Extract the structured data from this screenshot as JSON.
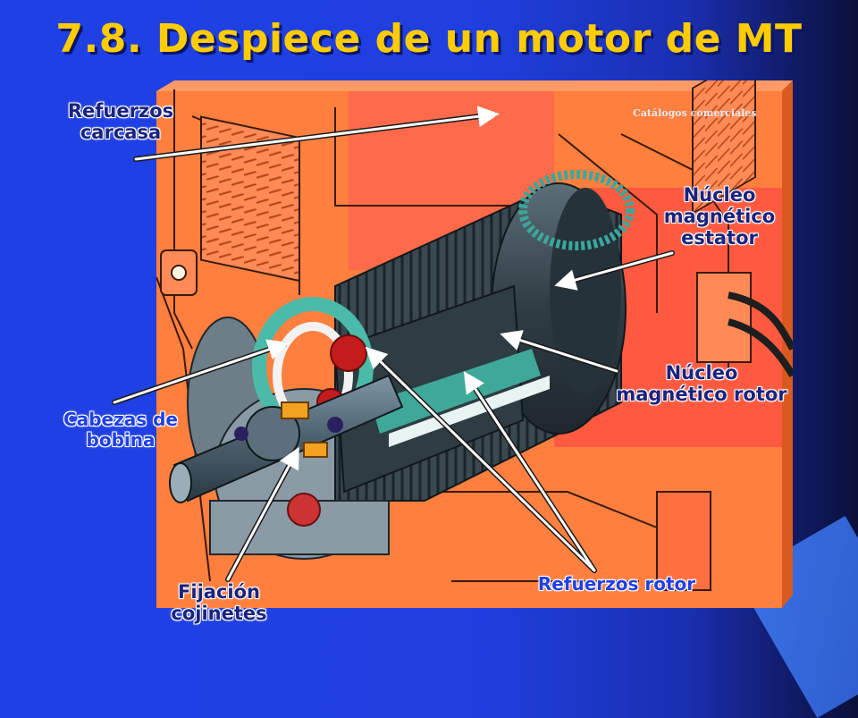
{
  "slide": {
    "title": "7.8. Despiece de un motor de MT",
    "source_note": "Catálogos comerciales"
  },
  "labels": {
    "refuerzos_carcasa_line1": "Refuerzos",
    "refuerzos_carcasa_line2": "carcasa",
    "nucleo_estator_line1": "Núcleo",
    "nucleo_estator_line2": "magnético",
    "nucleo_estator_line3": "estator",
    "nucleo_rotor_line1": "Núcleo",
    "nucleo_rotor_line2": "magnético rotor",
    "cabezas_bobina_line1": "Cabezas de",
    "cabezas_bobina_line2": "bobina",
    "fijacion_cojinetes_line1": "Fijación",
    "fijacion_cojinetes_line2": "cojinetes",
    "refuerzos_rotor": "Refuerzos rotor"
  },
  "colors": {
    "background": "#1f40e6",
    "title": "#ffcc00",
    "frame_orange": "#ff7f3f",
    "label_text": "#1a237e"
  }
}
